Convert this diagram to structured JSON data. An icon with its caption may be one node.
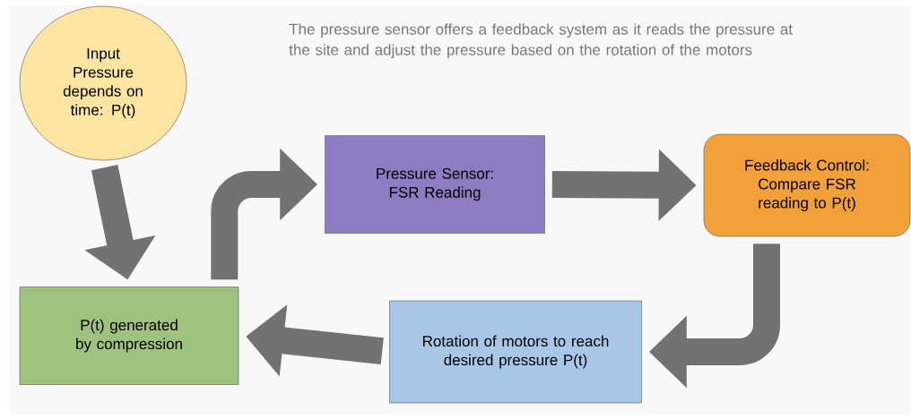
{
  "diagram": {
    "nodes": [
      {
        "text": [
          "Input Pressure depends on time: P(t)"
        ]
      },
      {
        "text": [
          "Pressure Sensor: FSR Reading"
        ]
      },
      {
        "text": [
          "Feedback Control: Compare FSR reading to P(t)"
        ]
      },
      {
        "text": [
          "Rotation of motors to reach desired pressure P(t)"
        ]
      },
      {
        "text": [
          "P(t) generated by compression"
        ]
      }
    ],
    "edges": [
      {
        "from": 0,
        "to": 4,
        "arrow": "to"
      },
      {
        "from": 4,
        "to": 1,
        "arrow": "to"
      },
      {
        "from": 1,
        "to": 2,
        "arrow": "to"
      },
      {
        "from": 2,
        "to": 3,
        "arrow": "to"
      },
      {
        "from": 3,
        "to": 4,
        "arrow": "to"
      }
    ],
    "labels": [
      "The pressure sensor offers a feedback system as it reads the pressure at the site and adjust the pressure based on the rotation of the motors"
    ]
  }
}
